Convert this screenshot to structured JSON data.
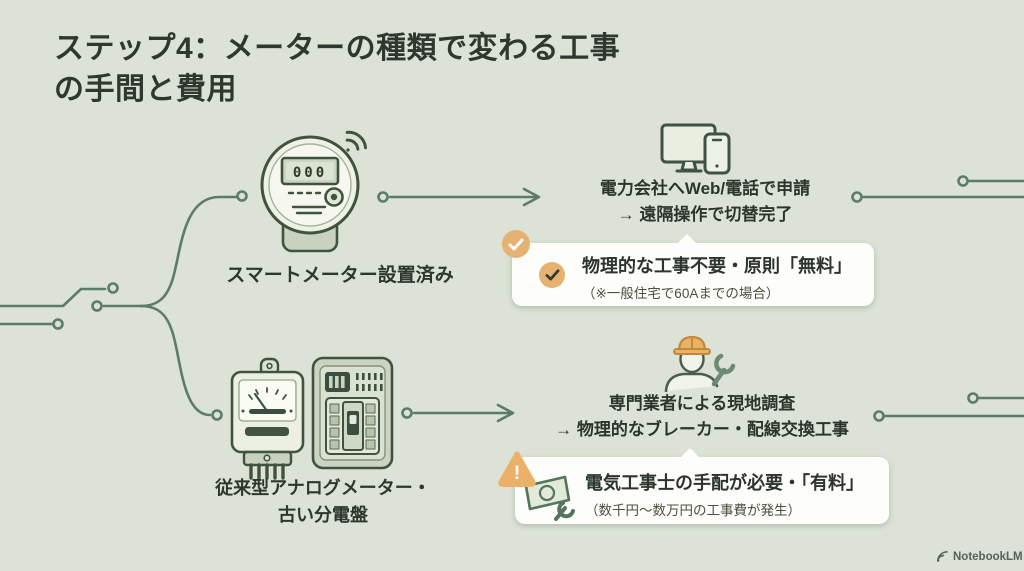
{
  "page": {
    "title_line1": "ステップ4：メーターの種類で変わる工事",
    "title_line2": "の手間と費用",
    "watermark": "NotebookLM"
  },
  "colors": {
    "background": "#dce3d6",
    "text_dark": "#2e382f",
    "trace_green": "#5d7c68",
    "accent_orange": "#e6b272",
    "card_background": "#fdfdfb",
    "illustration_stroke": "#41533f"
  },
  "branches": {
    "smart": {
      "illustration": "smart-meter-with-wifi",
      "meter_display": "000",
      "label": "スマートメーター設置済み",
      "device_icon": "desktop-and-smartphone-icon",
      "step_line1": "電力会社へWeb/電話で申請",
      "step_line2": "→ 遠隔操作で切替完了",
      "note": {
        "badge_icon": "check-icon",
        "inline_icon": "check-icon",
        "title": "物理的な工事不要・原則「無料」",
        "sub": "（※一般住宅で60Aまでの場合）"
      }
    },
    "legacy": {
      "illustration": "analog-meter-and-breaker-panel",
      "label_line1": "従来型アナログメーター・",
      "label_line2": "古い分電盤",
      "person_icon": "worker-with-wrench-icon",
      "step_line1": "専門業者による現地調査",
      "step_line2": "→ 物理的なブレーカー・配線交換工事",
      "note": {
        "badge_icon": "warning-icon",
        "warning_mark": "!",
        "inline_icon": "money-and-wrench-icon",
        "title": "電気工事士の手配が必要・「有料」",
        "sub": "（数千円〜数万円の工事費が発生）"
      }
    }
  }
}
